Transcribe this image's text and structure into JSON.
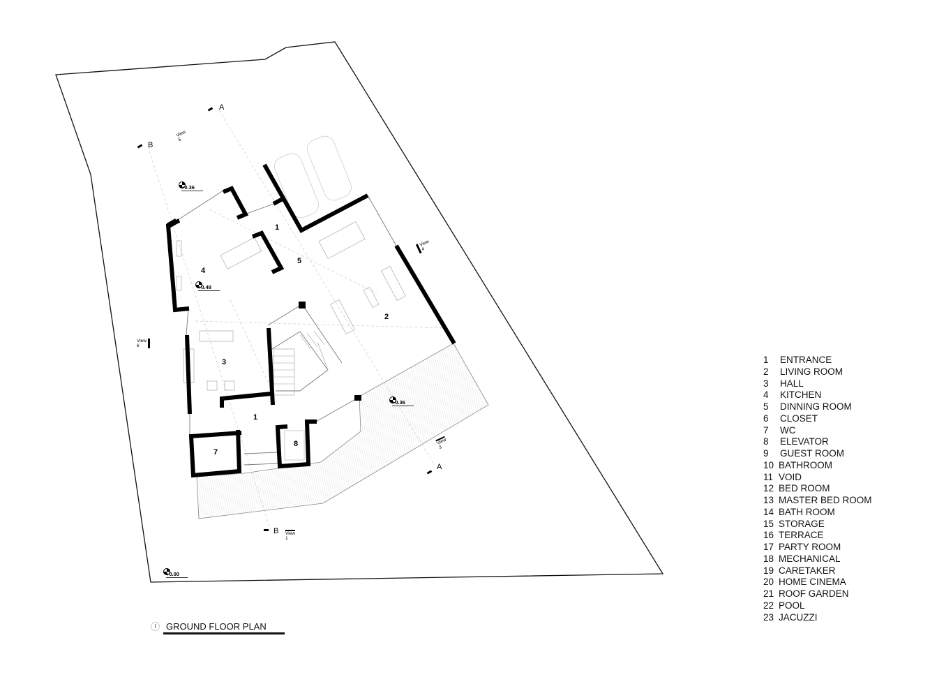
{
  "plan": {
    "title": "GROUND FLOOR PLAN",
    "title_marker": "I",
    "rooms": [
      {
        "num": "1",
        "name": "entrance-top"
      },
      {
        "num": "5"
      },
      {
        "num": "4"
      },
      {
        "num": "2"
      },
      {
        "num": "3"
      },
      {
        "num": "1"
      },
      {
        "num": "7"
      },
      {
        "num": "8"
      }
    ],
    "levels": [
      "+0.36",
      "+0.48",
      "+0.36",
      "+0.00"
    ],
    "sections": {
      "a_top": "A",
      "a_bottom": "A",
      "b_top": "B",
      "b_bottom": "B"
    },
    "views": [
      "View 5",
      "View 4",
      "View 6",
      "View 3",
      "View 1"
    ]
  },
  "legend": [
    {
      "num": "1",
      "label": "ENTRANCE"
    },
    {
      "num": "2",
      "label": "LIVING ROOM"
    },
    {
      "num": "3",
      "label": "HALL"
    },
    {
      "num": "4",
      "label": "KITCHEN"
    },
    {
      "num": "5",
      "label": "DINNING ROOM"
    },
    {
      "num": "6",
      "label": "CLOSET"
    },
    {
      "num": "7",
      "label": "WC"
    },
    {
      "num": "8",
      "label": "ELEVATOR"
    },
    {
      "num": "9",
      "label": "GUEST ROOM"
    },
    {
      "num": "10",
      "label": "BATHROOM"
    },
    {
      "num": "11",
      "label": "VOID"
    },
    {
      "num": "12",
      "label": "BED ROOM"
    },
    {
      "num": "13",
      "label": "MASTER BED ROOM"
    },
    {
      "num": "14",
      "label": "BATH ROOM"
    },
    {
      "num": "15",
      "label": "STORAGE"
    },
    {
      "num": "16",
      "label": "TERRACE"
    },
    {
      "num": "17",
      "label": "PARTY ROOM"
    },
    {
      "num": "18",
      "label": "MECHANICAL"
    },
    {
      "num": "19",
      "label": "CARETAKER"
    },
    {
      "num": "20",
      "label": "HOME CINEMA"
    },
    {
      "num": "21",
      "label": "ROOF GARDEN"
    },
    {
      "num": "22",
      "label": "POOL"
    },
    {
      "num": "23",
      "label": "JACUZZI"
    }
  ]
}
